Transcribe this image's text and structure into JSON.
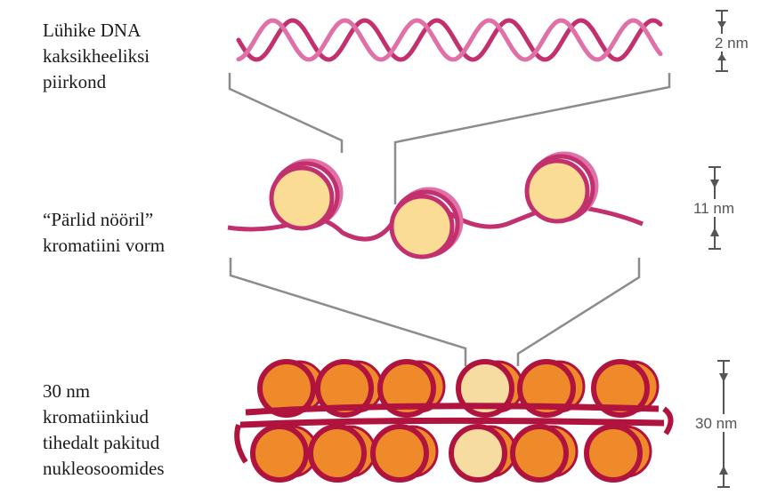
{
  "labels": {
    "dna": "Lühike DNA\nkaksikheeliksi\npiirkond",
    "beads": "“Pärlid nööril”\nkromatiini vorm",
    "fiber": "30 nm\nkromatiinkiud\ntihedalt pakitud\nnukleosoomides"
  },
  "scale": {
    "dna": "2 nm",
    "beads": "11 nm",
    "fiber": "30 nm"
  },
  "colors": {
    "dna_strand": "#c2306e",
    "dna_strand_light": "#e070a8",
    "histone_fill": "#fbdc95",
    "fiber_bead": "#ef8a2a",
    "fiber_bead_light": "#f6dca0",
    "fiber_ring": "#b0143e",
    "connector": "#8c8c8c"
  }
}
